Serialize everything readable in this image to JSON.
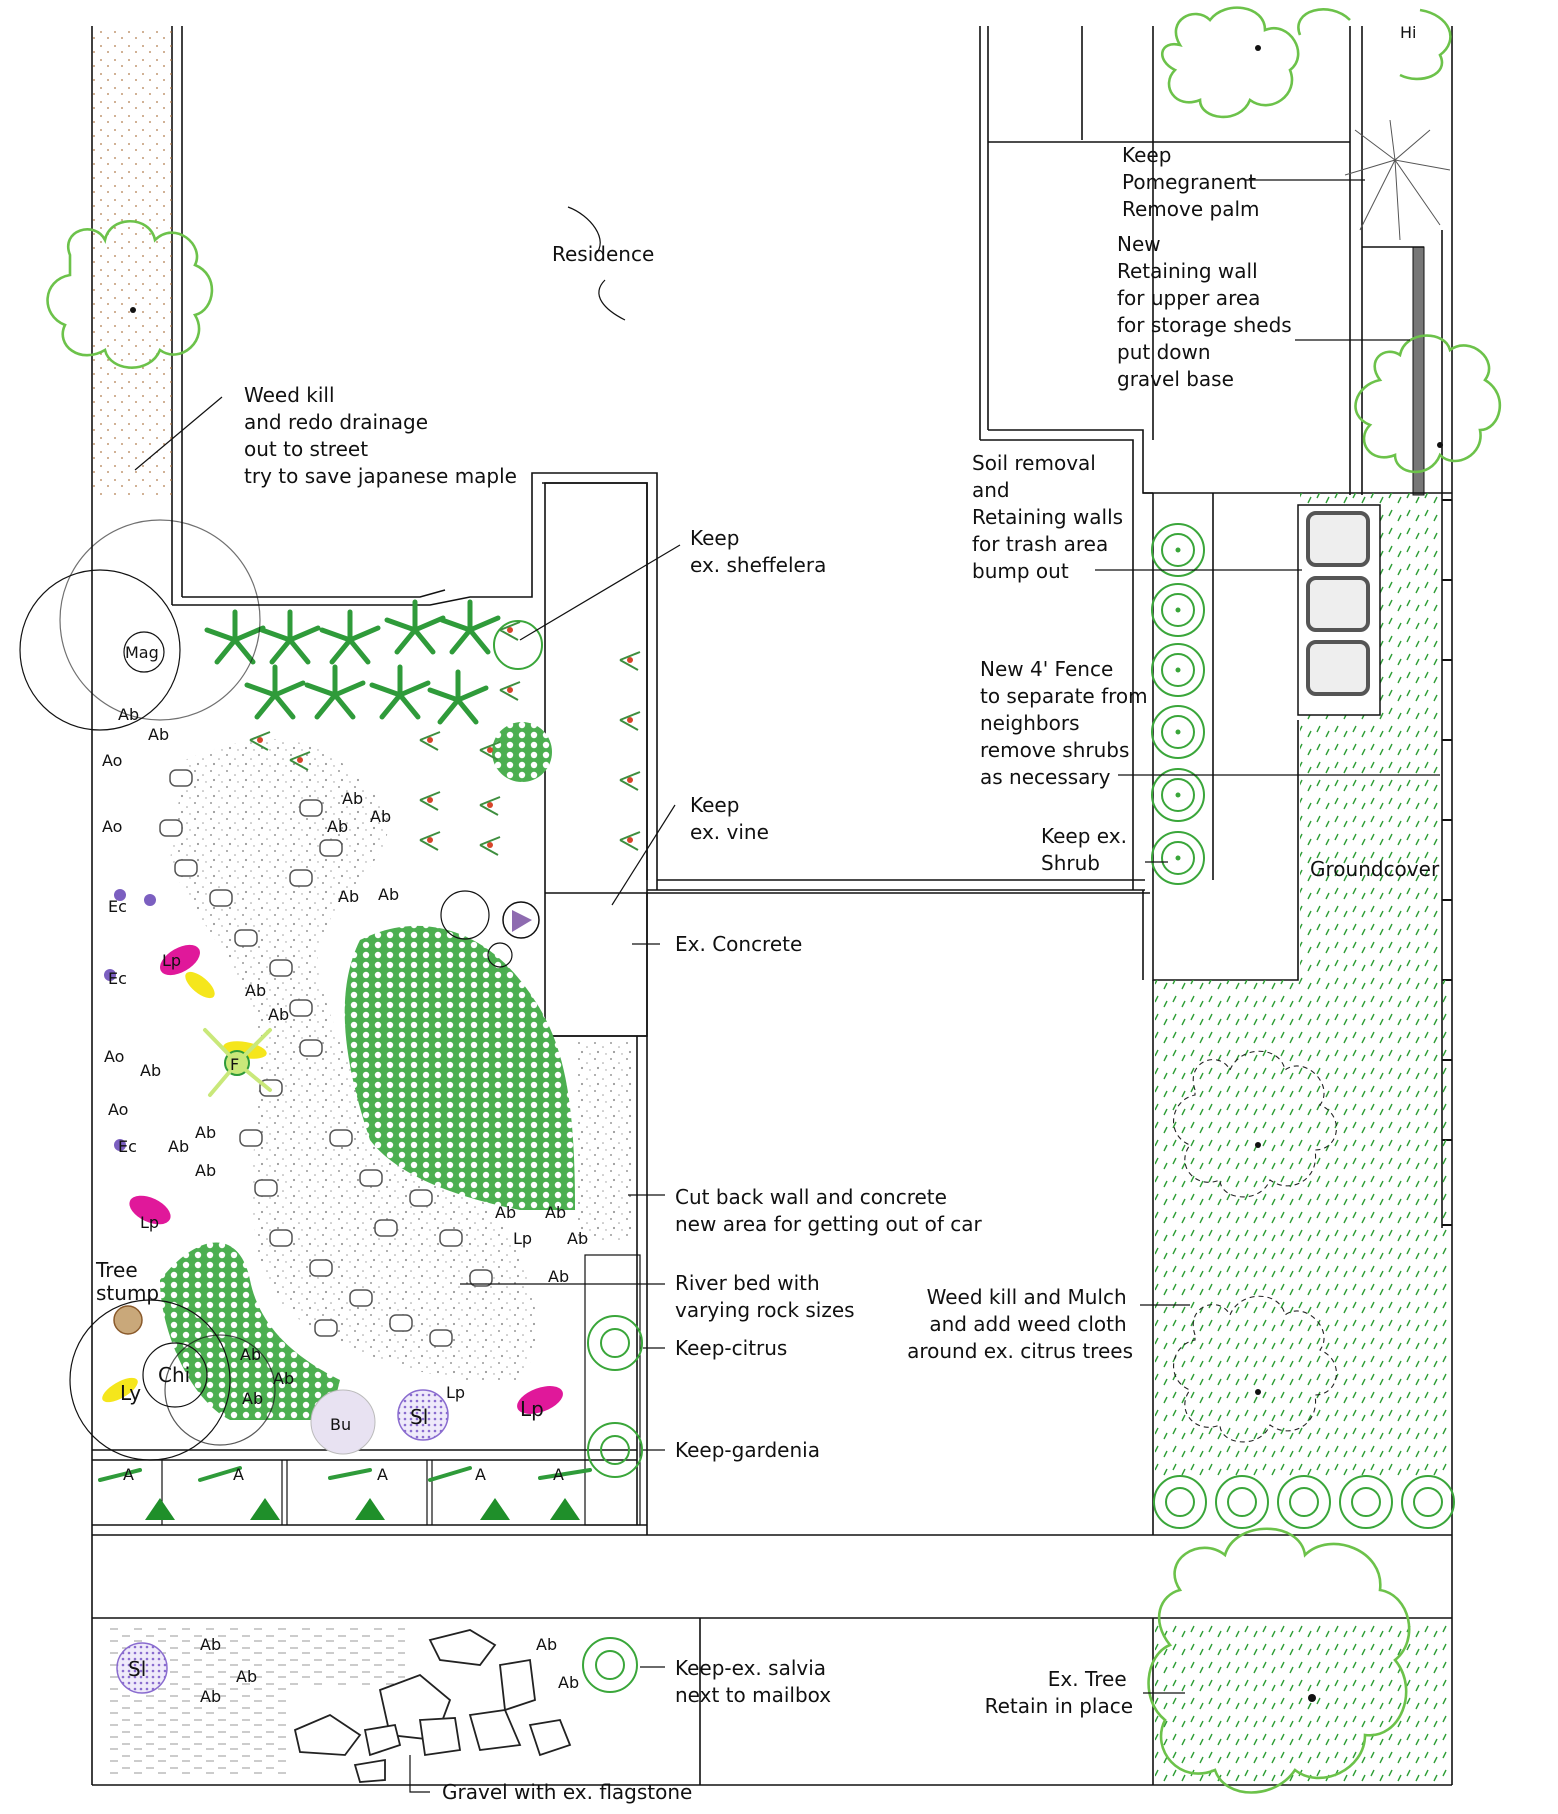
{
  "plan": {
    "residence": "Residence",
    "notes": [
      {
        "id": "weed-kill-drainage",
        "lines": [
          "Weed kill",
          "and redo drainage",
          "out to street",
          "try to save japanese maple"
        ]
      },
      {
        "id": "keep-sheffelera",
        "lines": [
          "Keep",
          "ex. sheffelera"
        ]
      },
      {
        "id": "keep-vine",
        "lines": [
          "Keep",
          "ex. vine"
        ]
      },
      {
        "id": "ex-concrete",
        "lines": [
          "Ex. Concrete"
        ]
      },
      {
        "id": "cut-back-wall",
        "lines": [
          "Cut back wall and concrete",
          "new area for getting out of car"
        ]
      },
      {
        "id": "river-bed",
        "lines": [
          "River bed with",
          "varying rock sizes"
        ]
      },
      {
        "id": "keep-citrus",
        "lines": [
          "Keep-citrus"
        ]
      },
      {
        "id": "keep-gardenia",
        "lines": [
          "Keep-gardenia"
        ]
      },
      {
        "id": "keep-salvia",
        "lines": [
          "Keep-ex. salvia",
          "next to mailbox"
        ]
      },
      {
        "id": "gravel-flagstone",
        "lines": [
          "Gravel with ex. flagstone"
        ]
      },
      {
        "id": "keep-pomegranent",
        "lines": [
          "Keep",
          "Pomegranent",
          "Remove palm"
        ]
      },
      {
        "id": "new-retaining-wall",
        "lines": [
          "New",
          "Retaining wall",
          "for upper area",
          "for storage sheds",
          "put down",
          "gravel base"
        ]
      },
      {
        "id": "soil-removal",
        "lines": [
          "Soil removal",
          "and",
          "Retaining walls",
          "for trash area",
          "bump out"
        ]
      },
      {
        "id": "new-fence",
        "lines": [
          "New 4' Fence",
          "to separate from",
          "neighbors",
          "remove shrubs",
          "as necessary"
        ]
      },
      {
        "id": "keep-shrub",
        "lines": [
          "Keep ex.",
          "Shrub"
        ]
      },
      {
        "id": "groundcover",
        "lines": [
          "Groundcover"
        ]
      },
      {
        "id": "weed-kill-mulch",
        "lines": [
          "Weed kill and Mulch",
          "and add weed cloth",
          "around ex. citrus trees"
        ]
      },
      {
        "id": "ex-tree",
        "lines": [
          "Ex. Tree",
          "Retain in place"
        ]
      }
    ],
    "plant_tags": {
      "mag": "Mag",
      "ab": "Ab",
      "ao": "Ao",
      "ec": "Ec",
      "lp": "Lp",
      "f": "F",
      "tree_stump": [
        "Tree",
        "stump"
      ],
      "chi": "Chi",
      "ly": "Ly",
      "bu": "Bu",
      "sl": "Sl",
      "a": "A",
      "hi": "Hi"
    },
    "colors": {
      "tree_outline": "#6cc24a",
      "shrub_ring": "#3aa63a",
      "groundcover": "#2e9e36",
      "gravel": "#9a9a9a",
      "lily_pink": "#e0189a",
      "yellow_bloom": "#f5e61c",
      "palm": "#2f9b3a",
      "purple": "#7b5fc0",
      "trash_bin": "#555555"
    }
  }
}
